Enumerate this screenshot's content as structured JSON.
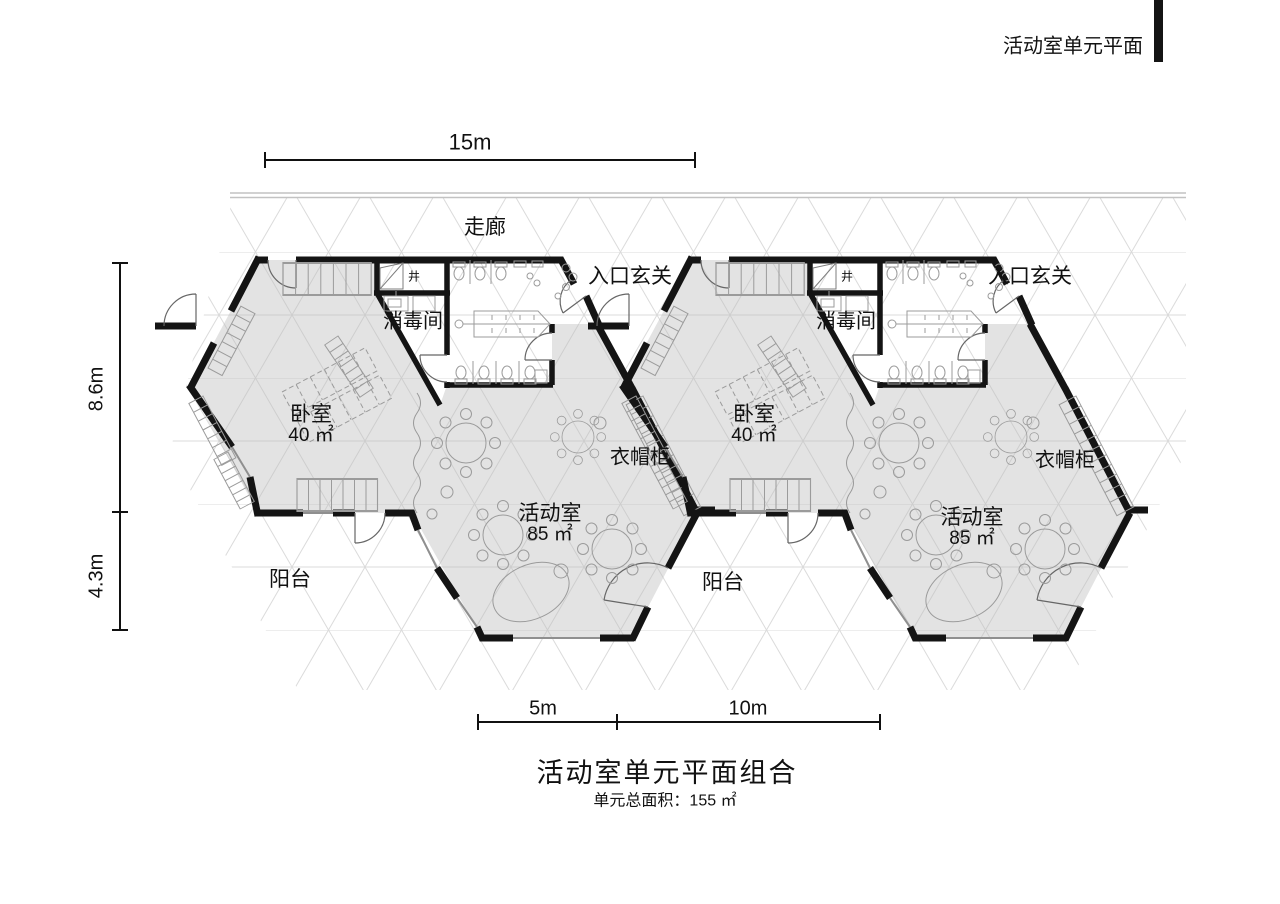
{
  "header": {
    "title": "活动室单元平面"
  },
  "corridor": {
    "label": "走廊"
  },
  "dimensions": {
    "top_width": "15m",
    "left_upper": "8.6m",
    "left_lower": "4.3m",
    "bottom_left": "5m",
    "bottom_right": "10m"
  },
  "units": [
    {
      "entrance": "入口玄关",
      "shaft": "井",
      "disinfection": "消毒间",
      "bedroom": "卧室",
      "bedroom_area": "40 ㎡",
      "activity": "活动室",
      "activity_area": "85 ㎡",
      "wardrobe": "衣帽柜",
      "balcony": "阳台"
    },
    {
      "entrance": "入口玄关",
      "shaft": "井",
      "disinfection": "消毒间",
      "bedroom": "卧室",
      "bedroom_area": "40 ㎡",
      "activity": "活动室",
      "activity_area": "85 ㎡",
      "wardrobe": "衣帽柜",
      "balcony": "阳台"
    }
  ],
  "footer": {
    "title": "活动室单元平面组合",
    "subtitle_label": "单元总面积：",
    "subtitle_value": "155 ㎡"
  },
  "colors": {
    "wall": "#141414",
    "room_fill": "#e3e3e3",
    "furniture": "#9b9b9b",
    "grid": "#bdbdbd"
  }
}
